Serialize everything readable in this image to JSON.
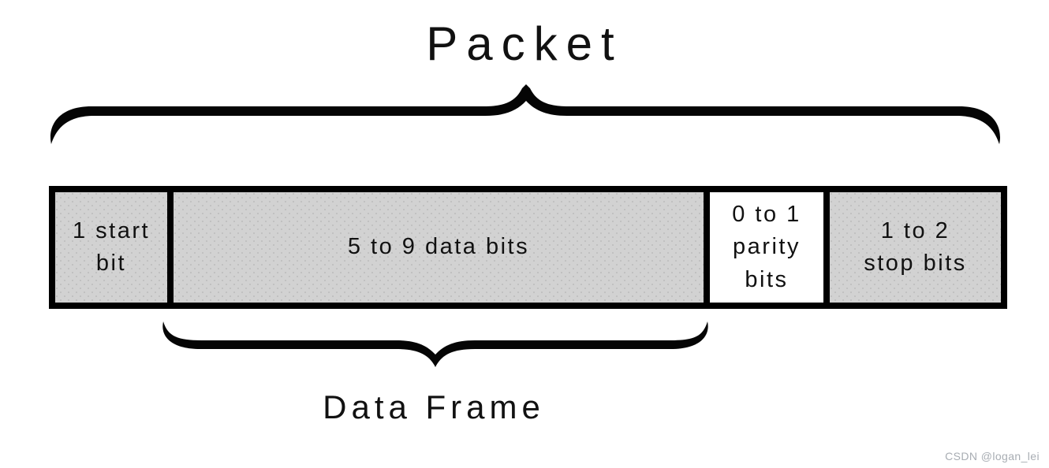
{
  "diagram": {
    "title": "Packet",
    "data_frame_label": "Data Frame",
    "segments": [
      {
        "id": "start-bit",
        "label": "1 start bit",
        "line1": "1 start",
        "line2": "bit",
        "fill": "#d2d2d2"
      },
      {
        "id": "data-bits",
        "label": "5 to 9 data bits",
        "line1": "5 to 9 data bits",
        "fill": "#d2d2d2"
      },
      {
        "id": "parity-bits",
        "label": "0 to 1 parity bits",
        "line1": "0 to 1",
        "line2": "parity",
        "line3": "bits",
        "fill": "#ffffff"
      },
      {
        "id": "stop-bits",
        "label": "1 to 2 stop bits",
        "line1": "1 to 2",
        "line2": "stop bits",
        "fill": "#d2d2d2"
      }
    ],
    "colors": {
      "box_gray": "#d2d2d2",
      "box_dot_texture": "#c1c1c1",
      "box_white": "#ffffff",
      "border_black": "#000000",
      "text_black": "#111111"
    }
  },
  "watermark": {
    "text": "CSDN @logan_lei",
    "color": "#a8adb3"
  }
}
